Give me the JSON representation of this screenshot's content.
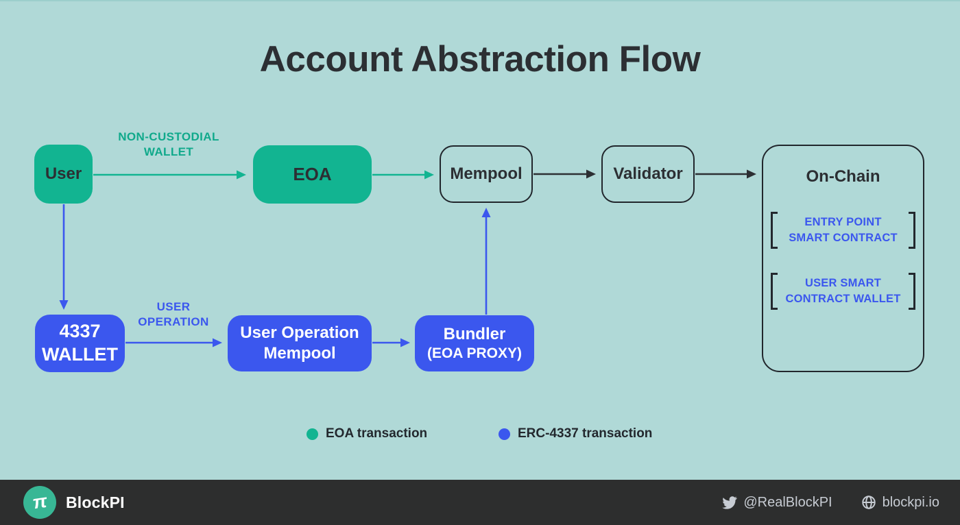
{
  "title": "Account Abstraction Flow",
  "colors": {
    "bg": "#b0d9d7",
    "green": "#12b491",
    "green-text": "#10a98b",
    "blue": "#3b57ee",
    "ink": "#2c2f33",
    "footer-bg": "#2d2e2e",
    "footer-muted": "#c7ccd3",
    "logo-green": "#38b795"
  },
  "nodes": {
    "user": {
      "label": "User"
    },
    "eoa": {
      "label": "EOA"
    },
    "mempool": {
      "label": "Mempool"
    },
    "validator": {
      "label": "Validator"
    },
    "onchain": {
      "label": "On-Chain",
      "items": [
        {
          "line1": "ENTRY POINT",
          "line2": "SMART CONTRACT"
        },
        {
          "line1": "USER SMART",
          "line2": "CONTRACT WALLET"
        }
      ]
    },
    "wallet4337": {
      "line1": "4337",
      "line2": "WALLET"
    },
    "uo_mempool": {
      "line1": "User Operation",
      "line2": "Mempool"
    },
    "bundler": {
      "line1": "Bundler",
      "line2": "(EOA PROXY)"
    }
  },
  "edge_labels": {
    "non_custodial": {
      "line1": "NON-CUSTODIAL",
      "line2": "WALLET"
    },
    "user_operation": {
      "line1": "USER",
      "line2": "OPERATION"
    }
  },
  "legend": {
    "eoa": {
      "label": "EOA transaction",
      "color": "#12b491"
    },
    "erc4337": {
      "label": "ERC-4337 transaction",
      "color": "#3b57ee"
    }
  },
  "footer": {
    "brand": "BlockPI",
    "logo_glyph": "π",
    "twitter": "@RealBlockPI",
    "website": "blockpi.io"
  }
}
